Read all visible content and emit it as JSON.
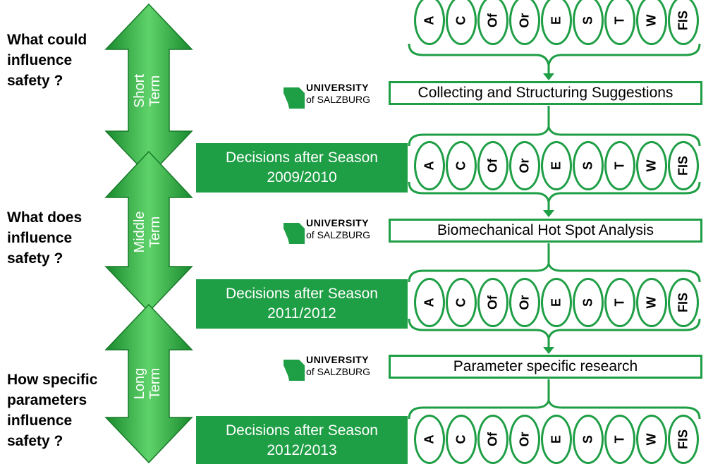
{
  "questions": [
    "What could influence safety ?",
    "What does influence safety ?",
    "How specific parameters influence safety ?"
  ],
  "question_lines": [
    [
      "What could",
      "influence",
      "safety ?"
    ],
    [
      "What does",
      "influence",
      "safety ?"
    ],
    [
      "How specific",
      "parameters",
      "influence",
      "safety ?"
    ]
  ],
  "terms": [
    {
      "line1": "Short",
      "line2": "Term"
    },
    {
      "line1": "Middle",
      "line2": "Term"
    },
    {
      "line1": "Long",
      "line2": "Term"
    }
  ],
  "decisions": [
    {
      "line1": "Decisions after Season",
      "line2": "2009/2010"
    },
    {
      "line1": "Decisions after Season",
      "line2": "2011/2012"
    },
    {
      "line1": "Decisions after Season",
      "line2": "2012/2013"
    }
  ],
  "processes": [
    "Collecting and Structuring Suggestions",
    "Biomechanical Hot Spot Analysis",
    "Parameter specific research"
  ],
  "logo": {
    "line1": "UNIVERSITY",
    "line2": "of SALZBURG"
  },
  "pills": [
    "A",
    "C",
    "Of",
    "Or",
    "E",
    "S",
    "T",
    "W",
    "FIS"
  ],
  "colors": {
    "green": "#1e9e45",
    "arrow_light": "#4fcf5e",
    "arrow_dark": "#1a8a2e"
  }
}
